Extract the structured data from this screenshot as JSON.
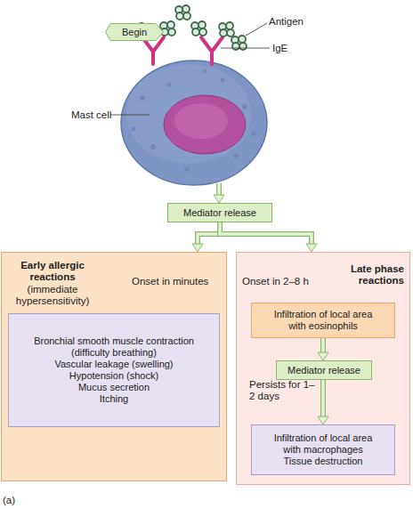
{
  "diagram": {
    "nodes": [
      {
        "text": [
          "Begin"
        ]
      },
      {
        "text": [
          "Mediator release"
        ]
      },
      {
        "text": [
          "Early allergic reactions",
          "(immediate hypersensitivity)",
          "Onset in minutes"
        ]
      },
      {
        "text": [
          "Bronchial smooth muscle contraction (difficulty breathing)",
          "Vascular leakage (swelling)",
          "Hypotension (shock)",
          "Mucus secretion",
          "Itching"
        ],
        "in": 2
      },
      {
        "text": [
          "Onset in 2–8 h",
          "Late phase reactions",
          "Persists for 1–2 days"
        ]
      },
      {
        "text": [
          "Infiltration of local area with eosinophils"
        ],
        "in": 4
      },
      {
        "text": [
          "Mediator release"
        ],
        "in": 4
      },
      {
        "text": [
          "Infiltration of local area with macrophages",
          "Tissue destruction"
        ],
        "in": 4
      }
    ],
    "edges": [
      {
        "from": 1,
        "to": 2,
        "arrow": "to"
      },
      {
        "from": 1,
        "to": 4,
        "arrow": "to"
      },
      {
        "from": 5,
        "to": 6,
        "arrow": "to"
      },
      {
        "from": 6,
        "to": 7,
        "arrow": "to"
      }
    ],
    "labels": [
      "Antigen",
      "IgE",
      "Mast cell",
      "(a)"
    ]
  }
}
